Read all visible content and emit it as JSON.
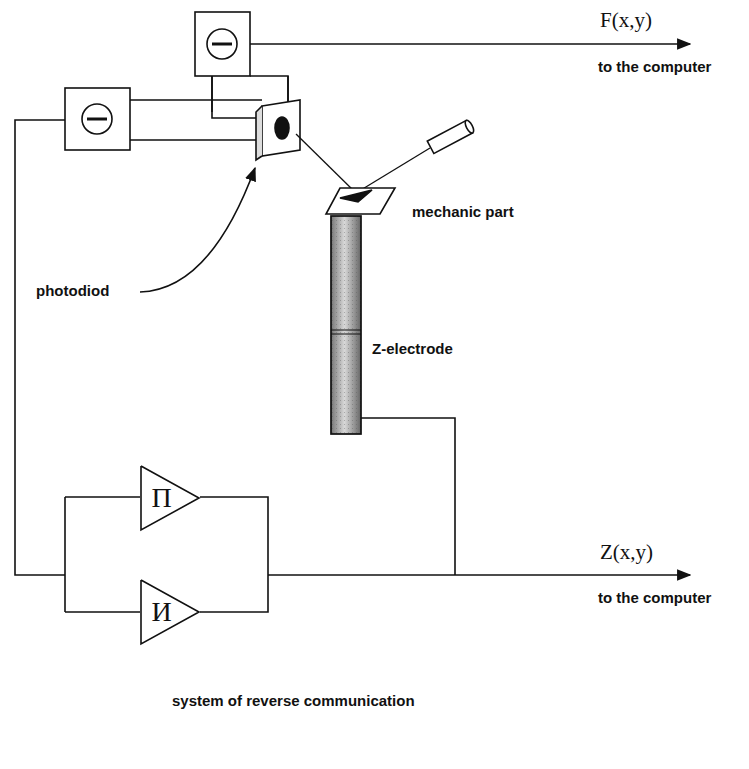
{
  "diagram": {
    "nodes": [
      {
        "text": [
          "П"
        ]
      },
      {
        "text": [
          "И"
        ]
      }
    ],
    "labels": [
      "F(x,y)",
      "to the computer",
      "mechanic part",
      "photodiod",
      "Z-electrode",
      "Z(x,y)",
      "to the computer",
      "system of reverse communication"
    ]
  }
}
